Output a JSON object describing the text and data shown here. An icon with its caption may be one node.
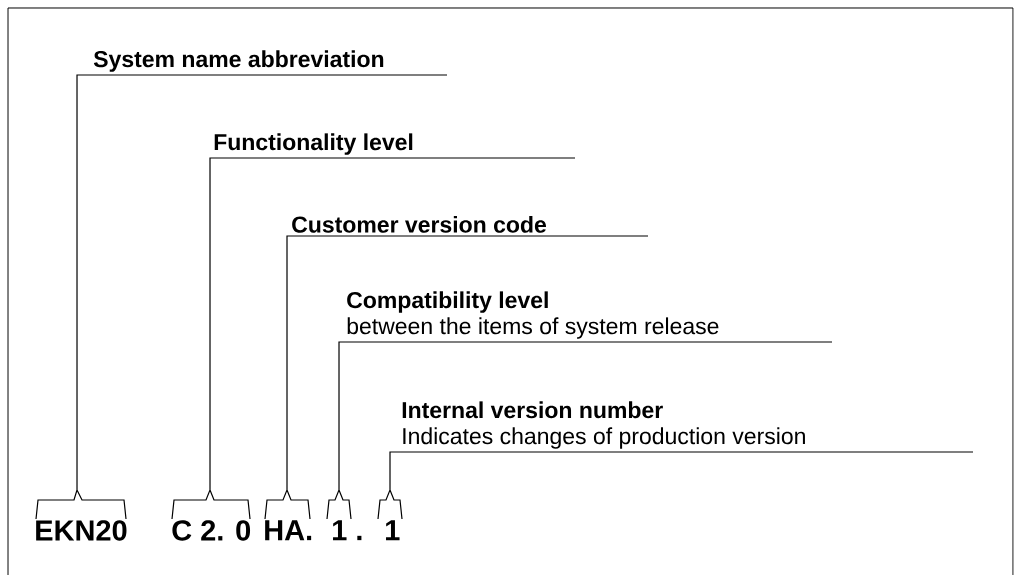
{
  "diagram": {
    "nodes": [
      {
        "text": [
          "System name abbreviation"
        ]
      },
      {
        "text": [
          "Functionality level"
        ]
      },
      {
        "text": [
          "Customer version code"
        ]
      },
      {
        "text": [
          "Compatibility level",
          "between the items of system release"
        ]
      },
      {
        "text": [
          "Internal version number",
          "Indicates changes of production version"
        ]
      },
      {
        "text": [
          "EKN20"
        ]
      },
      {
        "text": [
          "C 2. 0"
        ]
      },
      {
        "text": [
          "HA."
        ]
      },
      {
        "text": [
          "1 ."
        ]
      },
      {
        "text": [
          "1"
        ]
      }
    ],
    "edges": [
      {
        "from": 0,
        "to": 5,
        "arrow": "none"
      },
      {
        "from": 1,
        "to": 6,
        "arrow": "none"
      },
      {
        "from": 2,
        "to": 7,
        "arrow": "none"
      },
      {
        "from": 3,
        "to": 8,
        "arrow": "none"
      },
      {
        "from": 4,
        "to": 9,
        "arrow": "none"
      }
    ]
  }
}
